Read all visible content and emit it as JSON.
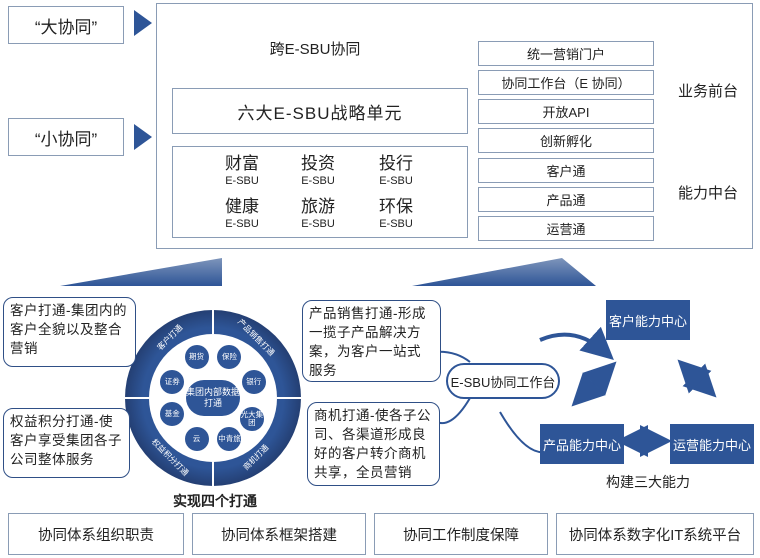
{
  "top": {
    "da_xietong": "“大协同”",
    "xiao_xietong": "“小协同”",
    "cross_sbu_title": "跨E-SBU协同",
    "six_sbu_title": "六大E-SBU战略单元",
    "sbu_suffix": "E-SBU",
    "sbus": [
      "财富",
      "投资",
      "投行",
      "健康",
      "旅游",
      "环保"
    ],
    "front_items": [
      "统一营销门户",
      "协同工作台（E 协同）",
      "开放API",
      "创新孵化"
    ],
    "middle_items": [
      "客户通",
      "产品通",
      "运营通"
    ],
    "front_label": "业务前台",
    "middle_label": "能力中台"
  },
  "panels": {
    "customer": "客户打通-集团内的客户全貌以及整合营销",
    "rights": "权益积分打通-使客户享受集团各子公司整体服务",
    "product": "产品销售打通-形成一揽子产品解决方案，为客户一站式服务",
    "opportunity": "商机打通-使各子公司、各渠道形成良好的客户转介商机共享，全员营销"
  },
  "ring": {
    "center": "集团内部数据打通",
    "inner": [
      "光大集团",
      "银行",
      "保险",
      "期货",
      "证券",
      "基金",
      "云",
      "中青旅"
    ],
    "outer": [
      "客户打通",
      "产品销售打通",
      "商机打通",
      "权益积分打通"
    ],
    "caption": "实现四个打通"
  },
  "capability": {
    "workbench": "E-SBU协同工作台",
    "customer_center": "客户能力中心",
    "product_center": "产品能力中心",
    "operation_center": "运营能力中心",
    "caption": "构建三大能力"
  },
  "bottom": [
    "协同体系组织职责",
    "协同体系框架搭建",
    "协同工作制度保障",
    "协同体系数字化IT系统平台"
  ],
  "colors": {
    "primary": "#2e5597",
    "border": "#8a9cb5"
  }
}
